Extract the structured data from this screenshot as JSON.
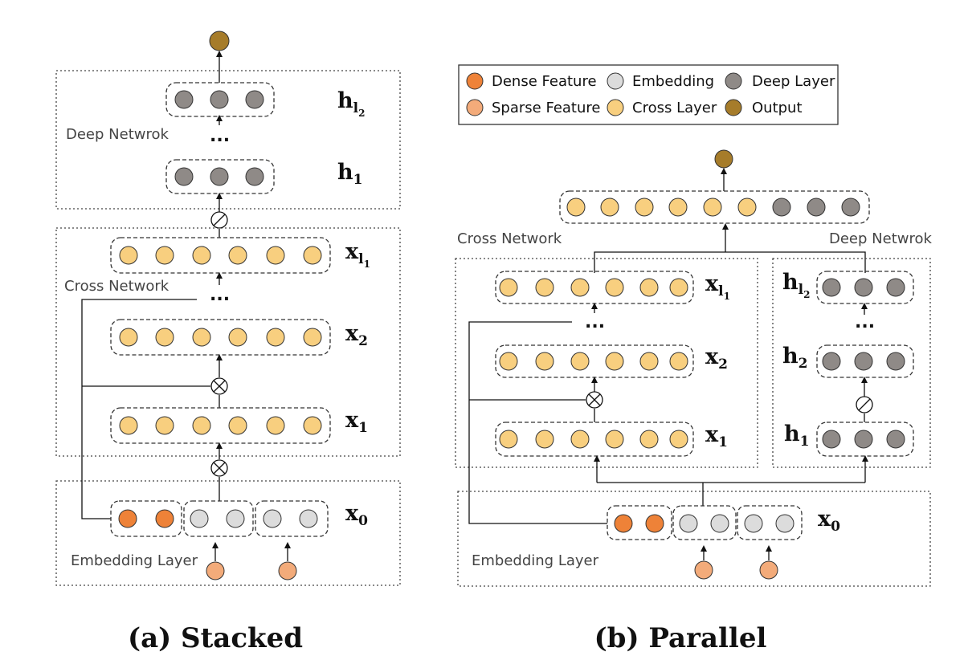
{
  "legend": {
    "dense_feature": "Dense Feature",
    "sparse_feature": "Sparse Feature",
    "embedding": "Embedding",
    "cross_layer": "Cross Layer",
    "deep_layer": "Deep Layer",
    "output": "Output"
  },
  "colors": {
    "dense": "#ee8238",
    "sparse": "#f3ab7a",
    "embedding": "#dcdcdc",
    "cross": "#f8cf7f",
    "deep": "#8f8a87",
    "output": "#a67c2a"
  },
  "stacked": {
    "caption": "(a) Stacked",
    "deep_network_label": "Deep Netwrok",
    "cross_network_label": "Cross Network",
    "embedding_layer_label": "Embedding Layer",
    "dots": "...",
    "layers": {
      "h_l2": {
        "base": "h",
        "sub": "l",
        "subsub": "2"
      },
      "h_1": {
        "base": "h",
        "sub": "1"
      },
      "x_l1": {
        "base": "x",
        "sub": "l",
        "subsub": "1"
      },
      "x_2": {
        "base": "x",
        "sub": "2"
      },
      "x_1": {
        "base": "x",
        "sub": "1"
      },
      "x_0": {
        "base": "x",
        "sub": "0"
      }
    }
  },
  "parallel": {
    "caption": "(b) Parallel",
    "deep_network_label": "Deep Netwrok",
    "cross_network_label": "Cross Network",
    "embedding_layer_label": "Embedding Layer",
    "dots": "...",
    "layers": {
      "x_l1": {
        "base": "x",
        "sub": "l",
        "subsub": "1"
      },
      "x_2": {
        "base": "x",
        "sub": "2"
      },
      "x_1": {
        "base": "x",
        "sub": "1"
      },
      "h_l2": {
        "base": "h",
        "sub": "l",
        "subsub": "2"
      },
      "h_2": {
        "base": "h",
        "sub": "2"
      },
      "h_1": {
        "base": "h",
        "sub": "1"
      },
      "x_0": {
        "base": "x",
        "sub": "0"
      }
    }
  }
}
